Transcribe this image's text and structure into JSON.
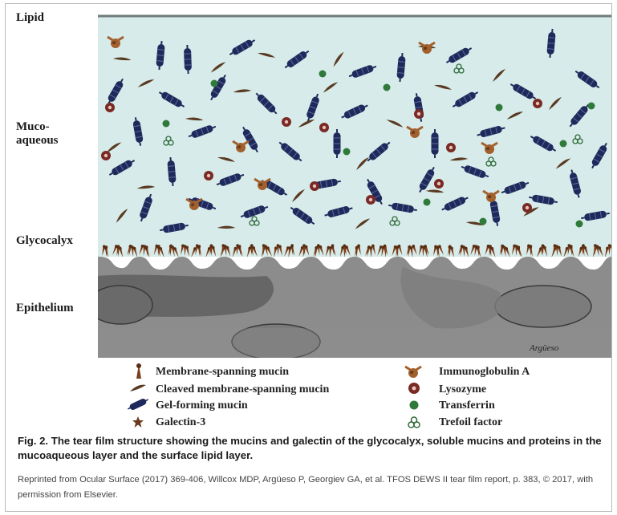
{
  "layers": {
    "lipid": "Lipid",
    "mucoaqueous": "Muco-\naqueous",
    "glycocalyx": "Glycocalyx",
    "epithelium": "Epithelium"
  },
  "signature": "Argüeso",
  "legend": {
    "left": [
      {
        "label": "Membrane-spanning mucin",
        "icon": "membrane-spanning-mucin-icon"
      },
      {
        "label": "Cleaved membrane-spanning mucin",
        "icon": "cleaved-mucin-icon"
      },
      {
        "label": "Gel-forming mucin",
        "icon": "gel-forming-mucin-icon"
      },
      {
        "label": "Galectin-3",
        "icon": "galectin-3-icon"
      }
    ],
    "right": [
      {
        "label": "Immunoglobulin A",
        "icon": "immunoglobulin-a-icon"
      },
      {
        "label": "Lysozyme",
        "icon": "lysozyme-icon"
      },
      {
        "label": "Transferrin",
        "icon": "transferrin-icon"
      },
      {
        "label": "Trefoil factor",
        "icon": "trefoil-factor-icon"
      }
    ]
  },
  "caption": "Fig. 2. The tear film structure showing the mucins and galectin of the glycocalyx, soluble mucins and proteins in the mucoaqueous layer and the surface lipid layer.",
  "credit": "Reprinted from Ocular Surface (2017) 369-406, Willcox MDP, Argüeso P, Georgiev GA, et al. TFOS DEWS II tear film report, p. 383, © 2017, with permission from Elsevier.",
  "colors": {
    "aqueous": "#d7ecea",
    "lipid_line": "#6f7a7a",
    "gel_mucin": "#1f2a5c",
    "membrane_mucin": "#6b3a1e",
    "lysozyme": "#7a2a24",
    "transferrin": "#2f7a3a",
    "epithelium": "#8c8c8c"
  }
}
